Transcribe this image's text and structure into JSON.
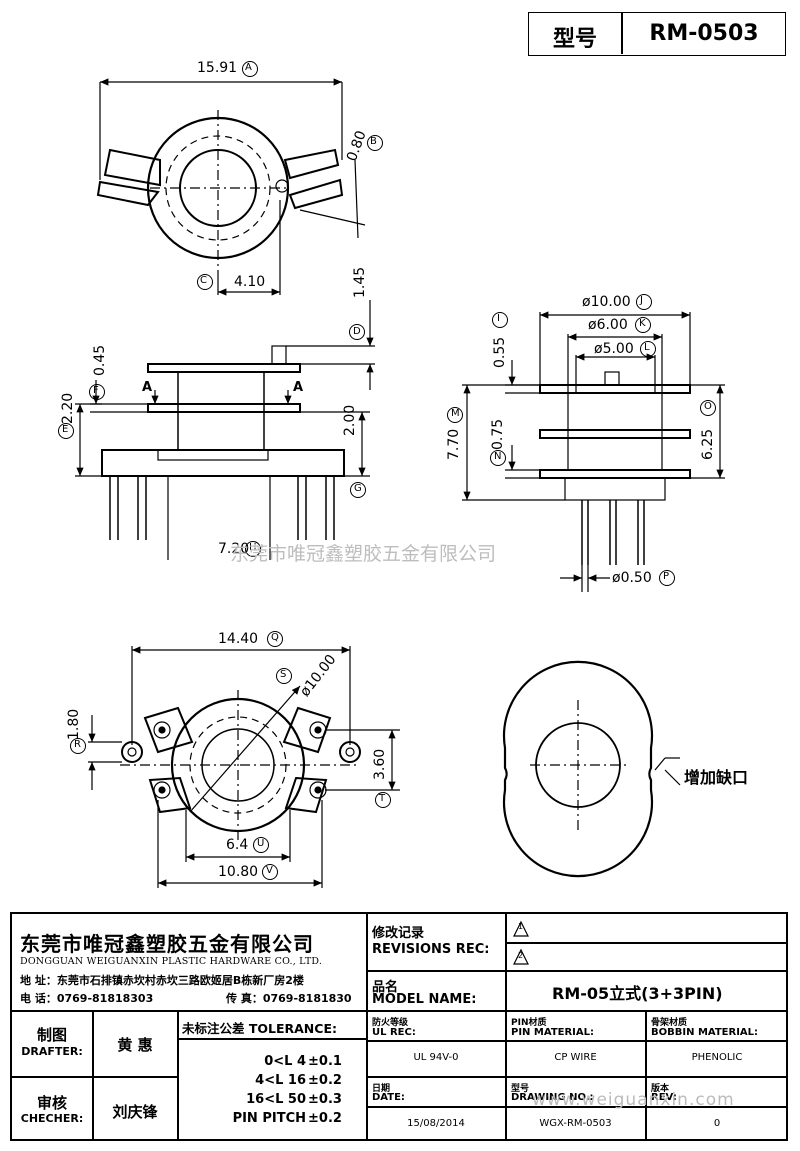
{
  "header": {
    "model_label": "型号",
    "model_value": "RM-0503"
  },
  "top_view": {
    "dim_a": "15.91",
    "tag_a": "A",
    "dim_b": "0.80",
    "tag_b": "B",
    "tag_c": "C",
    "dim_c": "4.10"
  },
  "side_view": {
    "dim_d": "1.45",
    "tag_d": "D",
    "dim_f": "0.45",
    "tag_f": "F",
    "dim_e": "2.20",
    "tag_e": "E",
    "dim_g": "2.00",
    "tag_g": "G",
    "section_a": "A",
    "dim_h": "7.20",
    "tag_h": "H"
  },
  "front_view": {
    "dim_j": "ø10.00",
    "tag_j": "J",
    "dim_k": "ø6.00",
    "tag_k": "K",
    "dim_l": "ø5.00",
    "tag_l": "L",
    "dim_i": "0.55",
    "tag_i": "I",
    "dim_m": "7.70",
    "tag_m": "M",
    "dim_n": "0.75",
    "tag_n": "N",
    "dim_o": "6.25",
    "tag_o": "O",
    "dim_p": "ø0.50",
    "tag_p": "P"
  },
  "bottom_view": {
    "dim_q": "14.40",
    "tag_q": "Q",
    "dim_s": "ø10.00",
    "tag_s": "S",
    "dim_r": "1.80",
    "tag_r": "R",
    "dim_t": "3.60",
    "tag_t": "T",
    "dim_u": "6.4",
    "tag_u": "U",
    "dim_v": "10.80",
    "tag_v": "V"
  },
  "flange_view": {
    "note": "增加缺口"
  },
  "watermark": {
    "center": "东莞市唯冠鑫塑胶五金有限公司",
    "footer": "www.weiguanxin.com"
  },
  "title_block": {
    "company_cn": "东莞市唯冠鑫塑胶五金有限公司",
    "company_en": "DONGGUAN WEIGUANXIN PLASTIC HARDWARE CO., LTD.",
    "address": "地 址：东莞市石排镇赤坎村赤坎三路欧姬居B栋新厂房2楼",
    "phone": "电 话：0769-81818303",
    "fax": "传 真：0769-8181830",
    "rev_label_cn": "修改记录",
    "rev_label_en": "REVISIONS REC:",
    "rev1": "1",
    "rev2": "2",
    "model_name_cn": "品名",
    "model_name_en": "MODEL NAME:",
    "model_name_value": "RM-05立式(3+3PIN)",
    "drafter_cn": "制图",
    "drafter_en": "DRAFTER:",
    "drafter_name": "黄 惠",
    "checker_cn": "审核",
    "checker_en": "CHECHER:",
    "checker_name": "刘庆锋",
    "tolerance_title": "未标注公差 TOLERANCE:",
    "tolerances": [
      {
        "range": "0<L 4",
        "value": "±0.1"
      },
      {
        "range": "4<L 16",
        "value": "±0.2"
      },
      {
        "range": "16<L 50",
        "value": "±0.3"
      },
      {
        "range": "PIN PITCH",
        "value": "±0.2"
      }
    ],
    "ul_cn": "防火等级",
    "ul_en": "UL REC:",
    "ul_value": "UL 94V-0",
    "pin_cn": "PIN材质",
    "pin_en": "PIN MATERIAL:",
    "pin_value": "CP WIRE",
    "bobbin_cn": "骨架材质",
    "bobbin_en": "BOBBIN MATERIAL:",
    "bobbin_value": "PHENOLIC",
    "date_cn": "日期",
    "date_en": "DATE:",
    "date_value": "15/08/2014",
    "drawing_cn": "型号",
    "drawing_en": "DRAWING NO.:",
    "drawing_value": "WGX-RM-0503",
    "rev_cn": "版本",
    "rev_en": "REV:",
    "rev_value": "0"
  }
}
